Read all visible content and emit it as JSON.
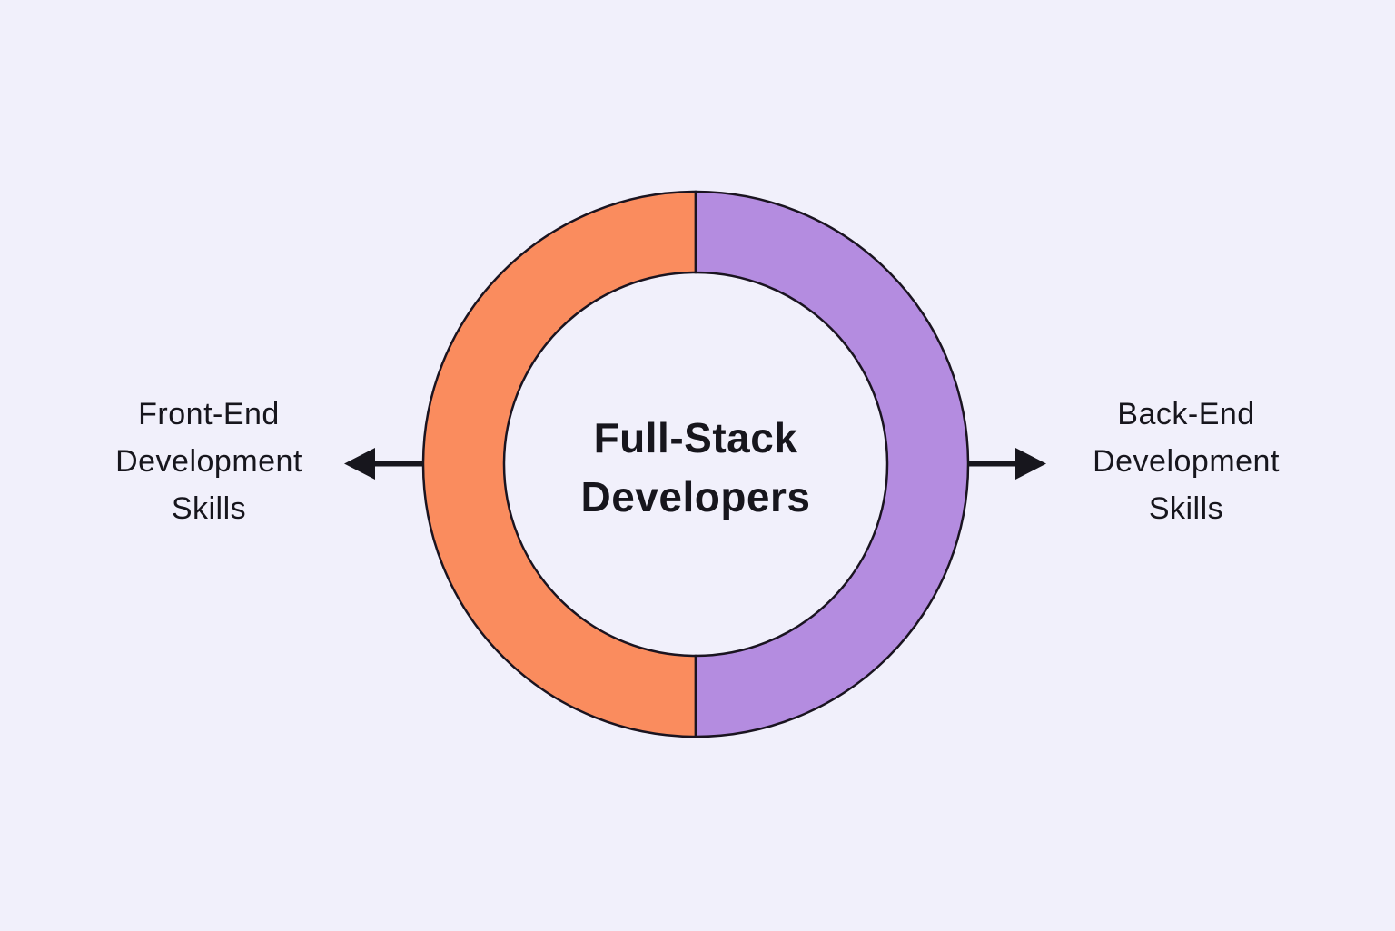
{
  "colors": {
    "background": "#F1F0FB",
    "text": "#17161D",
    "outline": "#1A1420",
    "arrow": "#17161D",
    "front_end_orange": "#FA8C5E",
    "back_end_purple": "#B48CE0"
  },
  "diagram": {
    "center_label": {
      "line1": "Full-Stack",
      "line2": "Developers"
    },
    "left_label": {
      "line1": "Front-End",
      "line2": "Development",
      "line3": "Skills"
    },
    "right_label": {
      "line1": "Back-End",
      "line2": "Development",
      "line3": "Skills"
    }
  }
}
